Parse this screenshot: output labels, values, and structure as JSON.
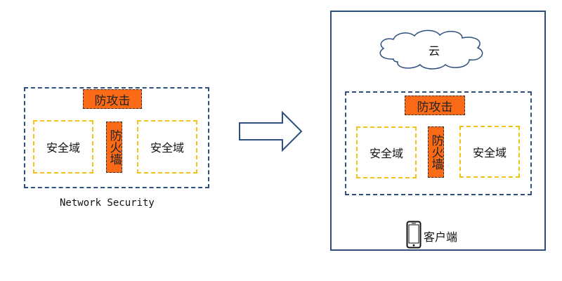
{
  "left": {
    "firewall_attack_label": "防攻击",
    "zone_left_label": "安全域",
    "firewall_label": "防火墙",
    "zone_right_label": "安全域",
    "caption": "Network Security"
  },
  "right": {
    "cloud_label": "云",
    "firewall_attack_label": "防攻击",
    "zone_left_label": "安全域",
    "firewall_label": "防火墙",
    "zone_right_label": "安全域",
    "client_label": "客户端"
  },
  "colors": {
    "frame": "#2f4f7f",
    "firewall": "#fb6a16",
    "zone_border": "#f5c216",
    "arrow_stroke": "#2f4f7f"
  },
  "icons": {
    "cloud": "cloud-icon",
    "arrow": "right-arrow-icon",
    "phone": "smartphone-icon"
  }
}
